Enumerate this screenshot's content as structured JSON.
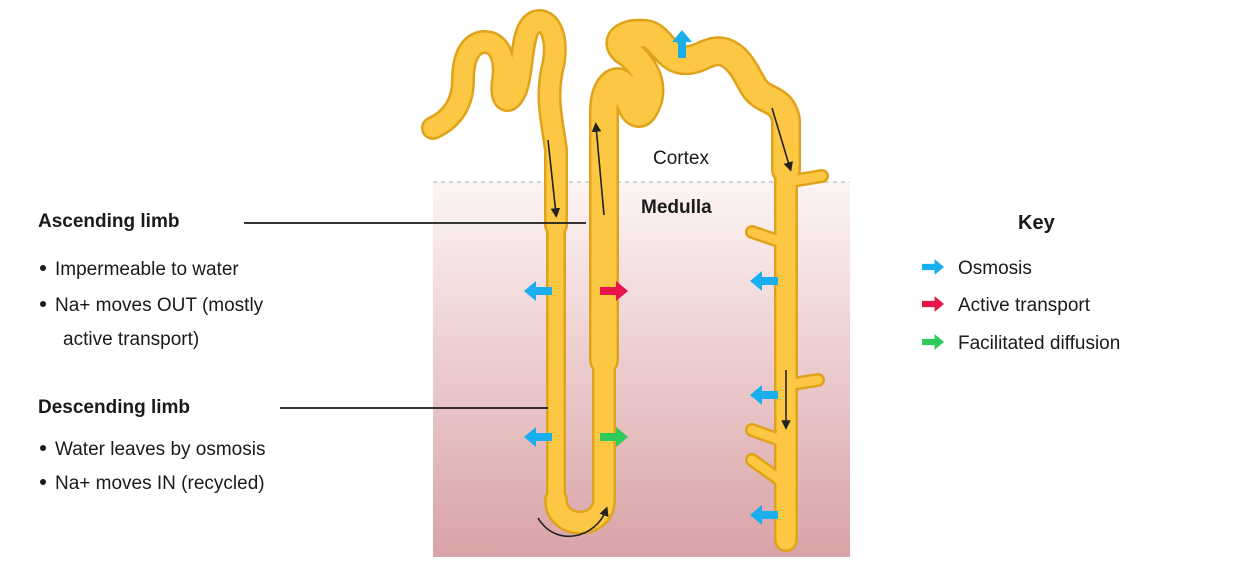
{
  "diagram": {
    "zones": {
      "cortex_label": "Cortex",
      "medulla_label": "Medulla"
    },
    "ascending": {
      "heading": "Ascending limb",
      "bullets": [
        "Impermeable to water",
        "Na+ moves OUT (mostly",
        "active transport)"
      ]
    },
    "descending": {
      "heading": "Descending limb",
      "bullets": [
        "Water leaves by osmosis",
        "Na+ moves IN (recycled)"
      ]
    },
    "key": {
      "title": "Key",
      "items": [
        {
          "label": "Osmosis",
          "color": "#1aaeef"
        },
        {
          "label": "Active transport",
          "color": "#e8144a"
        },
        {
          "label": "Facilitated diffusion",
          "color": "#2ecb5a"
        }
      ]
    },
    "colors": {
      "tubule_fill": "#fcc844",
      "tubule_outline": "#e0a21a",
      "medulla_top": "#fdf4f4",
      "medulla_bottom": "#d9a3a6",
      "osmosis": "#1aaeef",
      "active_transport": "#e8144a",
      "facilitated_diffusion": "#2ecb5a"
    }
  }
}
